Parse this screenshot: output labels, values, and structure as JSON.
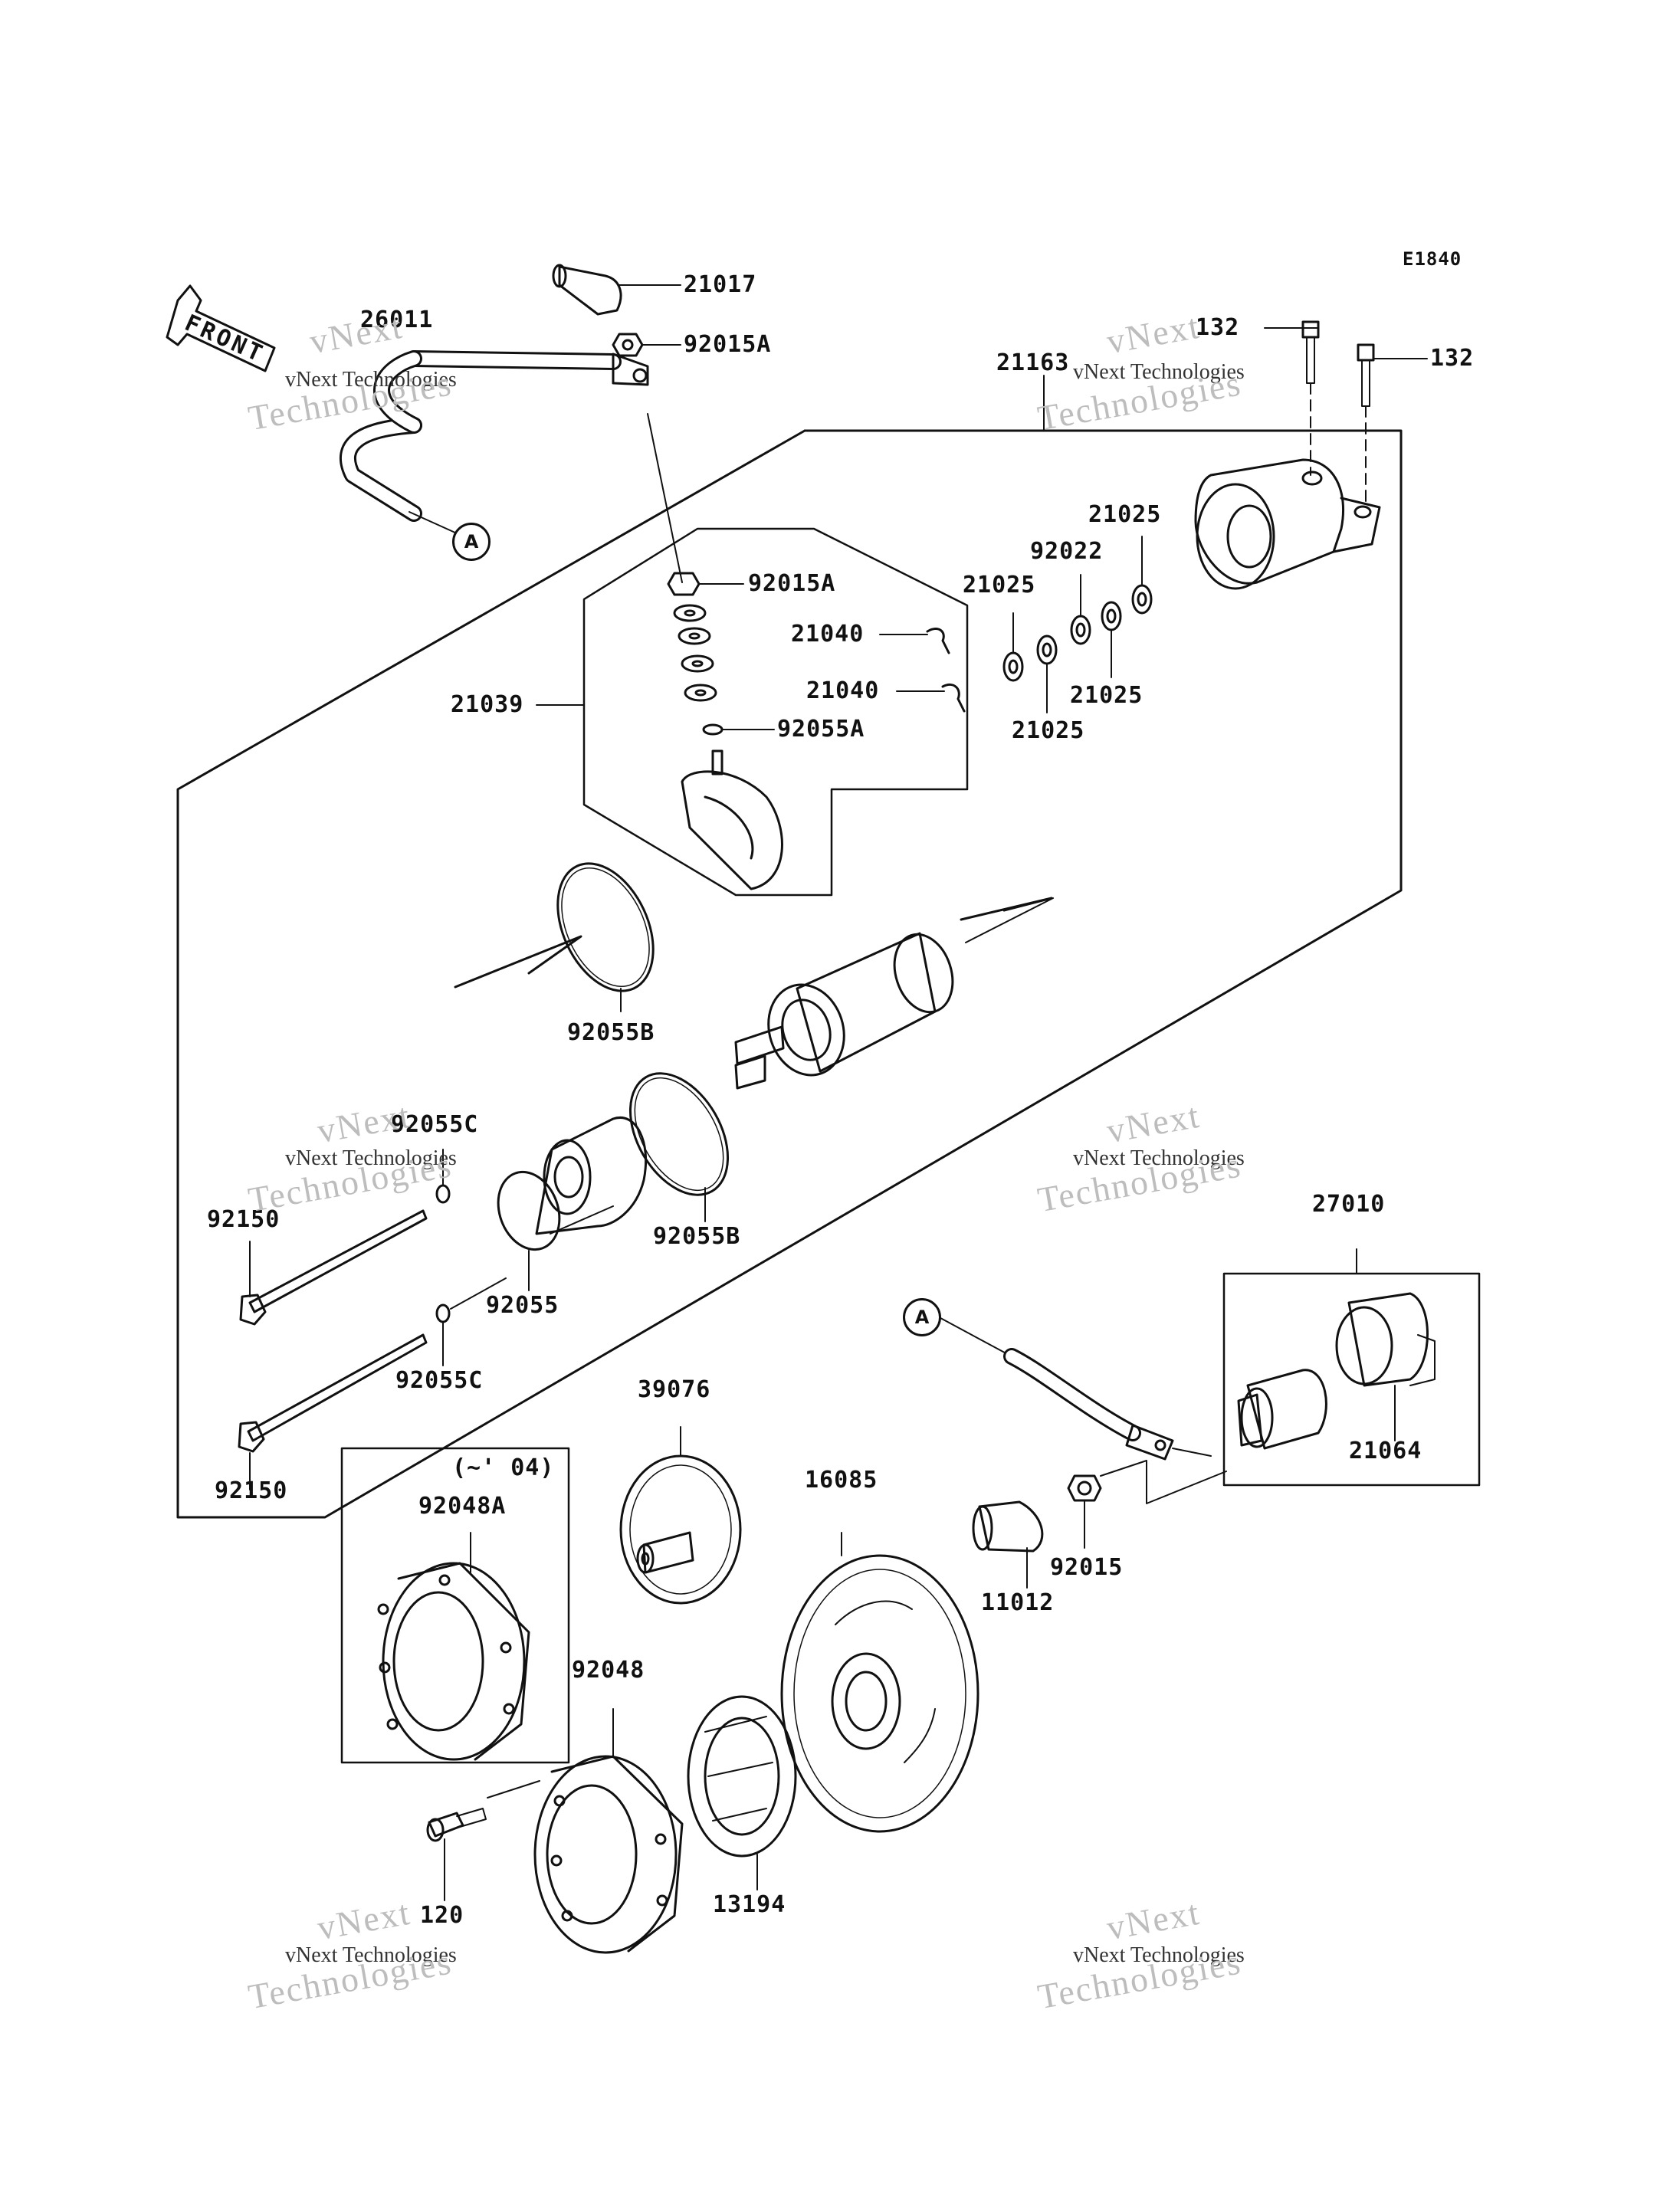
{
  "diagram_code": "E1840",
  "front_label": "FRONT",
  "connector_label": "A",
  "year_note": "(~' 04)",
  "watermark": {
    "small": "vNext Technologies",
    "line1": "vNext",
    "line2": "Technologies"
  },
  "parts": [
    {
      "key": "p21017",
      "label": "21017"
    },
    {
      "key": "p92015A_top",
      "label": "92015A"
    },
    {
      "key": "p26011",
      "label": "26011"
    },
    {
      "key": "p132_left",
      "label": "132"
    },
    {
      "key": "p132_right",
      "label": "132"
    },
    {
      "key": "p21163",
      "label": "21163"
    },
    {
      "key": "p21025_a",
      "label": "21025"
    },
    {
      "key": "p92022",
      "label": "92022"
    },
    {
      "key": "p21025_b",
      "label": "21025"
    },
    {
      "key": "p92015A_mid",
      "label": "92015A"
    },
    {
      "key": "p21040_a",
      "label": "21040"
    },
    {
      "key": "p21040_b",
      "label": "21040"
    },
    {
      "key": "p21025_c",
      "label": "21025"
    },
    {
      "key": "p21025_d",
      "label": "21025"
    },
    {
      "key": "p21039",
      "label": "21039"
    },
    {
      "key": "p92055A",
      "label": "92055A"
    },
    {
      "key": "p92055B_a",
      "label": "92055B"
    },
    {
      "key": "p92055C_a",
      "label": "92055C"
    },
    {
      "key": "p92150_a",
      "label": "92150"
    },
    {
      "key": "p92055",
      "label": "92055"
    },
    {
      "key": "p92055B_b",
      "label": "92055B"
    },
    {
      "key": "p92055C_b",
      "label": "92055C"
    },
    {
      "key": "p92150_b",
      "label": "92150"
    },
    {
      "key": "p27010",
      "label": "27010"
    },
    {
      "key": "p21064",
      "label": "21064"
    },
    {
      "key": "p39076",
      "label": "39076"
    },
    {
      "key": "p16085",
      "label": "16085"
    },
    {
      "key": "p92048A",
      "label": "92048A"
    },
    {
      "key": "p92015",
      "label": "92015"
    },
    {
      "key": "p11012",
      "label": "11012"
    },
    {
      "key": "p92048",
      "label": "92048"
    },
    {
      "key": "p13194",
      "label": "13194"
    },
    {
      "key": "p120",
      "label": "120"
    }
  ]
}
